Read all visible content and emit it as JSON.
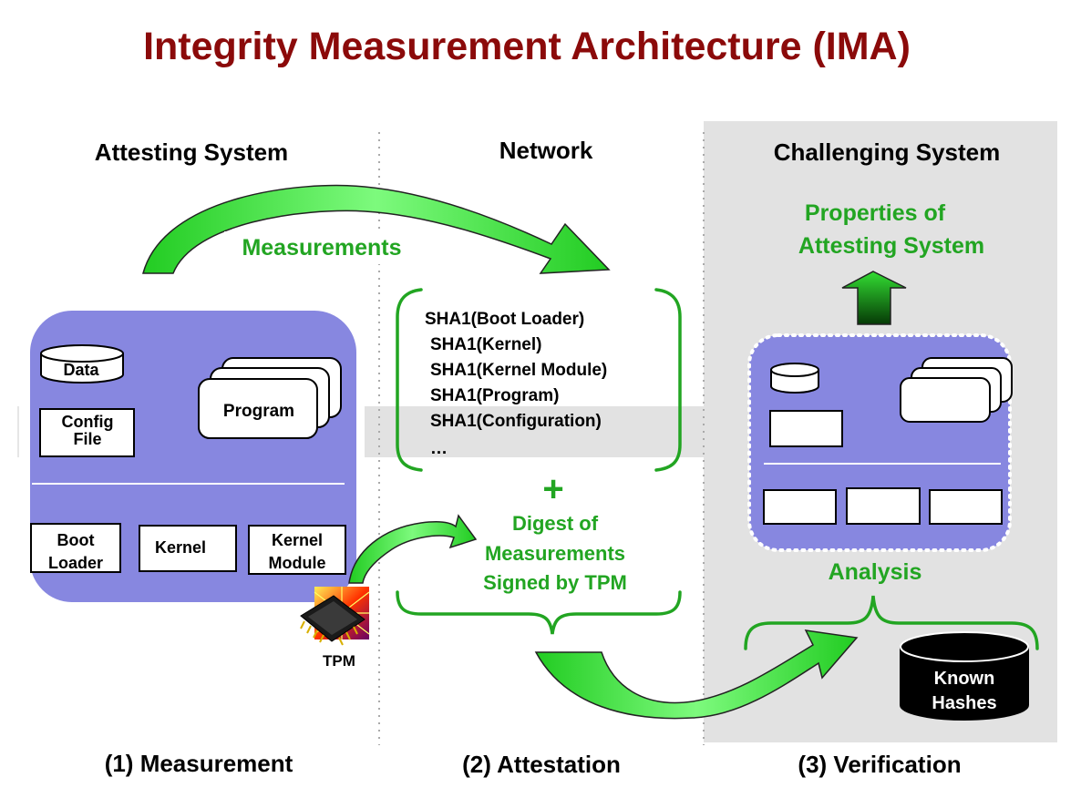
{
  "title": "Integrity Measurement Architecture (IMA)",
  "columns": {
    "attesting": "Attesting System",
    "network": "Network",
    "challenging": "Challenging System"
  },
  "measurements_label": "Measurements",
  "attesting_box": {
    "data": "Data",
    "config_line1": "Config",
    "config_line2": "File",
    "program": "Program",
    "boot_line1": "Boot",
    "boot_line2": "Loader",
    "kernel": "Kernel",
    "module_line1": "Kernel",
    "module_line2": "Module"
  },
  "tpm": "TPM",
  "hash_list": [
    "SHA1(Boot Loader)",
    "SHA1(Kernel)",
    "SHA1(Kernel Module)",
    "SHA1(Program)",
    "SHA1(Configuration)",
    "…"
  ],
  "plus": "+",
  "digest": [
    "Digest of",
    "Measurements",
    "Signed by TPM"
  ],
  "properties": [
    "Properties of",
    "Attesting System"
  ],
  "analysis": "Analysis",
  "known_hashes": [
    "Known",
    "Hashes"
  ],
  "phases": {
    "measurement": "(1) Measurement",
    "attestation": "(2) Attestation",
    "verification": "(3) Verification"
  },
  "colors": {
    "title": "#8b0a0a",
    "green_text": "#22a522",
    "system_box": "#8787e0",
    "panel_gray": "#e2e2e2"
  }
}
